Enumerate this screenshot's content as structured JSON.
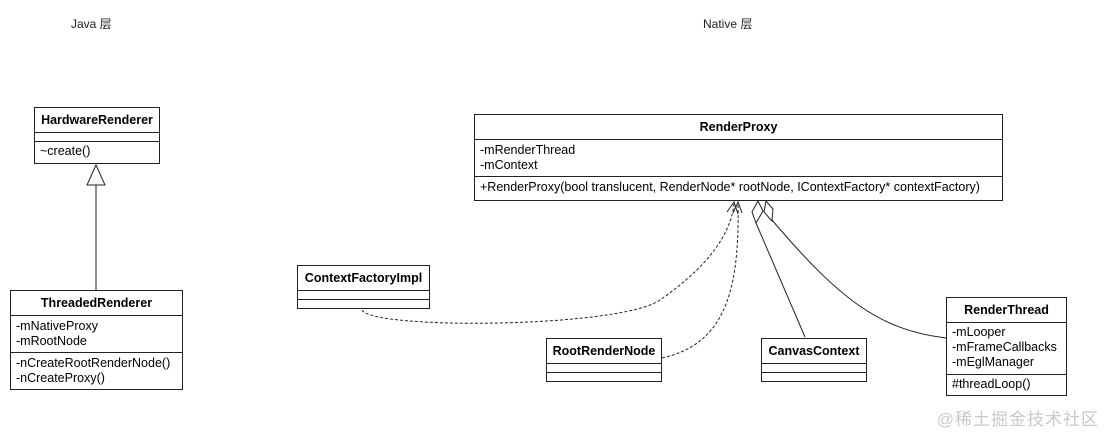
{
  "layers": {
    "java": "Java 层",
    "native": "Native 层"
  },
  "classes": {
    "hardware_renderer": {
      "name": "HardwareRenderer",
      "attributes": [],
      "methods": [
        "~create()"
      ]
    },
    "threaded_renderer": {
      "name": "ThreadedRenderer",
      "attributes": [
        "-mNativeProxy",
        "-mRootNode"
      ],
      "methods": [
        "-nCreateRootRenderNode()",
        "-nCreateProxy()"
      ]
    },
    "render_proxy": {
      "name": "RenderProxy",
      "attributes": [
        "-mRenderThread",
        "-mContext"
      ],
      "methods": [
        "+RenderProxy(bool translucent, RenderNode* rootNode, IContextFactory* contextFactory)"
      ]
    },
    "context_factory_impl": {
      "name": "ContextFactoryImpl",
      "attributes": [],
      "methods": []
    },
    "root_render_node": {
      "name": "RootRenderNode",
      "attributes": [],
      "methods": []
    },
    "canvas_context": {
      "name": "CanvasContext",
      "attributes": [],
      "methods": []
    },
    "render_thread": {
      "name": "RenderThread",
      "attributes": [
        "-mLooper",
        "-mFrameCallbacks",
        "-mEglManager"
      ],
      "methods": [
        "#threadLoop()"
      ]
    }
  },
  "watermark": "@稀土掘金技术社区",
  "colors": {
    "line": "#222222",
    "watermark": "#c9c9c9"
  }
}
